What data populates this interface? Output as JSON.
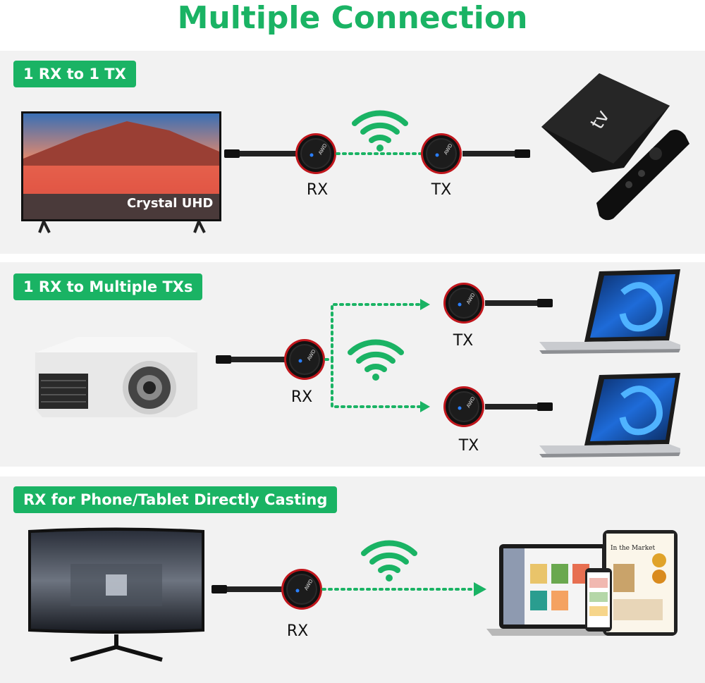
{
  "title": "Multiple Connection",
  "sections": [
    {
      "badge": "1 RX to 1 TX",
      "tv_text": "Crystal UHD",
      "rx_label": "RX",
      "tx_label": "TX",
      "tvbox_text": "tv"
    },
    {
      "badge": "1 RX to Multiple TXs",
      "rx_label": "RX",
      "tx_labels": [
        "TX",
        "TX"
      ]
    },
    {
      "badge": "RX for Phone/Tablet Directly Casting",
      "rx_label": "RX",
      "tablet_text": "In the Market"
    }
  ],
  "colors": {
    "accent": "#1ab364",
    "panel": "#f2f2f2",
    "dongle_ring": "#c0161c"
  }
}
